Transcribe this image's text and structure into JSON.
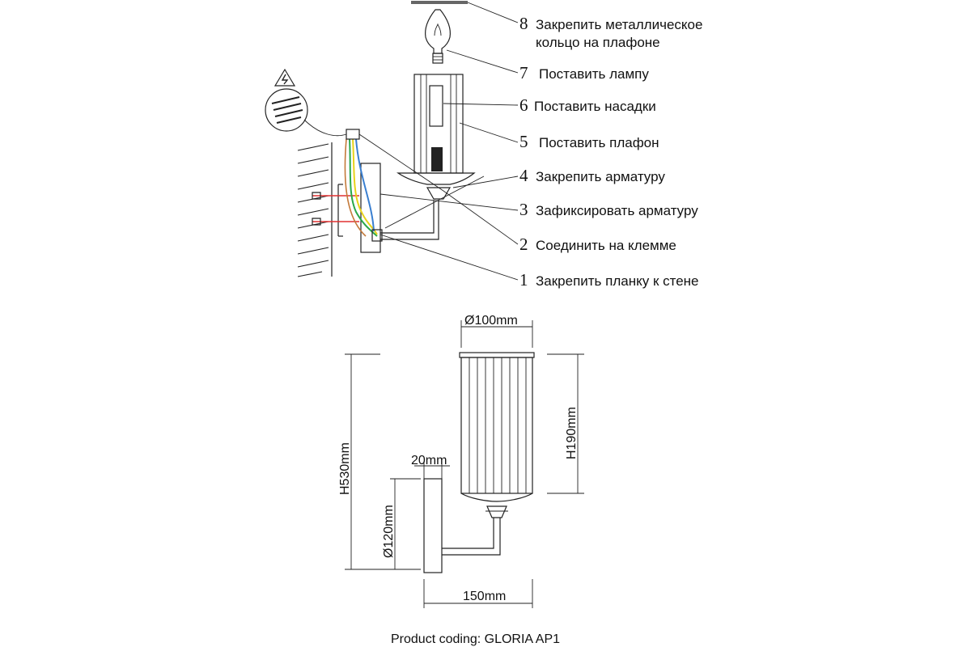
{
  "steps": [
    {
      "num": "8",
      "line1": "Закрепить металлическое",
      "line2": "кольцо на плафоне"
    },
    {
      "num": "7",
      "line1": "Поставить лампу"
    },
    {
      "num": "6",
      "line1": "Поставить насадки"
    },
    {
      "num": "5",
      "line1": "Поставить плафон"
    },
    {
      "num": "4",
      "line1": "Закрепить арматуру"
    },
    {
      "num": "3",
      "line1": "Зафиксировать арматуру"
    },
    {
      "num": "2",
      "line1": "Соединить на клемме"
    },
    {
      "num": "1",
      "line1": "Закрепить планку к стене"
    }
  ],
  "dimensions": {
    "diameter_top": "Ø100mm",
    "height_total": "H530mm",
    "height_shade": "H190mm",
    "plate_width": "20mm",
    "plate_diameter": "Ø120mm",
    "depth": "150mm"
  },
  "product_coding": "Product coding: GLORIA AP1",
  "colors": {
    "line": "#222222",
    "wire_green": "#2aa84a",
    "wire_yellow": "#e8d21a",
    "wire_blue": "#3a7fd0",
    "wire_brown": "#c47a3a",
    "wire_red": "#e03030"
  }
}
